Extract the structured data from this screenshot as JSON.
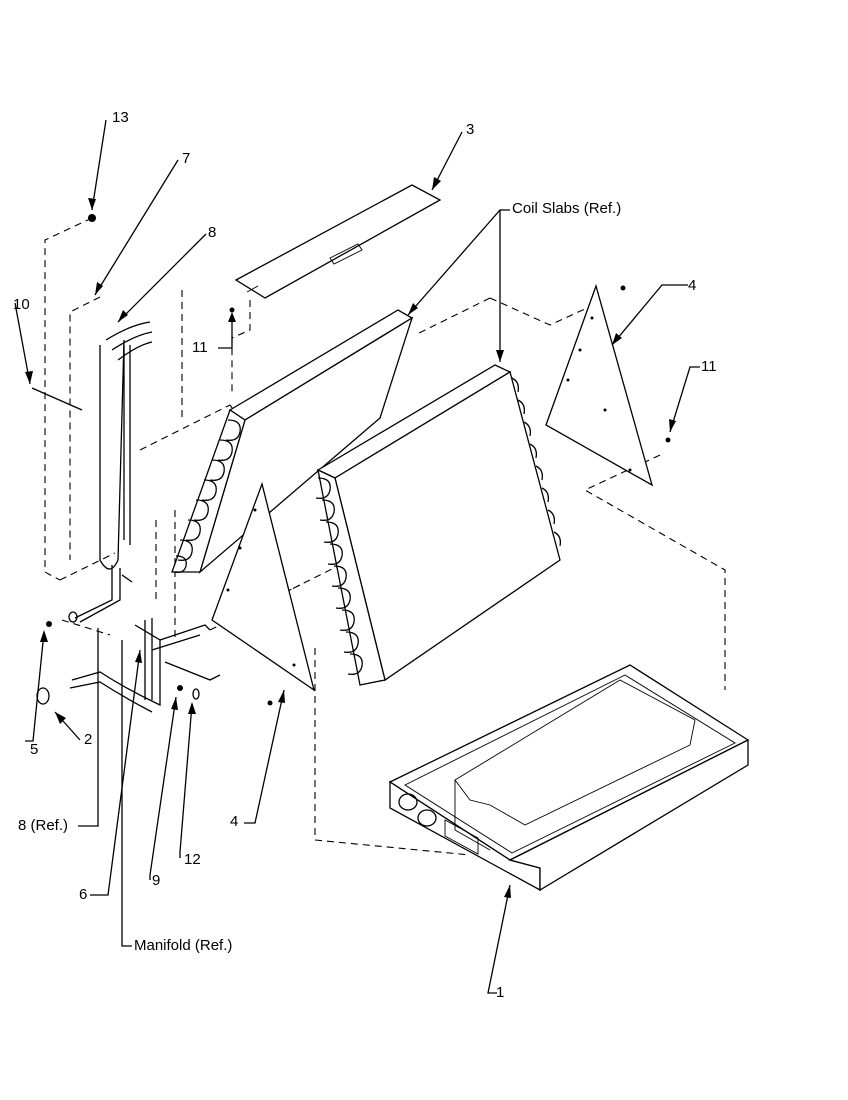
{
  "callouts": {
    "c1": "1",
    "c2": "2",
    "c3": "3",
    "c4a": "4",
    "c4b": "4",
    "c5": "5",
    "c6": "6",
    "c7": "7",
    "c8": "8",
    "c8ref": "8 (Ref.)",
    "c9": "9",
    "c10": "10",
    "c11a": "11",
    "c11b": "11",
    "c12": "12",
    "c13": "13",
    "coil_slabs": "Coil Slabs (Ref.)",
    "manifold": "Manifold (Ref.)"
  }
}
